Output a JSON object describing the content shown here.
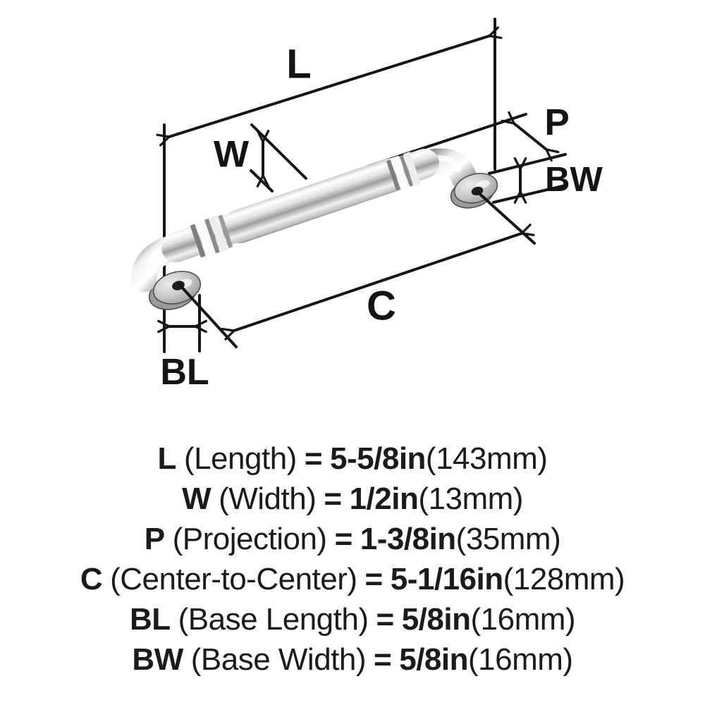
{
  "diagram": {
    "labels": {
      "L": "L",
      "W": "W",
      "P": "P",
      "BW": "BW",
      "C": "C",
      "BL": "BL"
    }
  },
  "legend": {
    "rows": [
      {
        "symbol": "L",
        "descriptor": "(Length)",
        "equals": "=",
        "value_in": "5-5/8in",
        "value_mm": "(143mm)"
      },
      {
        "symbol": "W",
        "descriptor": "(Width)",
        "equals": "=",
        "value_in": "1/2in",
        "value_mm": "(13mm)"
      },
      {
        "symbol": "P",
        "descriptor": "(Projection)",
        "equals": "=",
        "value_in": "1-3/8in",
        "value_mm": "(35mm)"
      },
      {
        "symbol": "C",
        "descriptor": "(Center-to-Center)",
        "equals": "=",
        "value_in": "5-1/16in",
        "value_mm": "(128mm)"
      },
      {
        "symbol": "BL",
        "descriptor": "(Base Length)",
        "equals": "=",
        "value_in": "5/8in",
        "value_mm": "(16mm)"
      },
      {
        "symbol": "BW",
        "descriptor": "(Base Width)",
        "equals": "=",
        "value_in": "5/8in",
        "value_mm": "(16mm)"
      }
    ]
  },
  "colors": {
    "background": "#ffffff",
    "line": "#161616",
    "text": "#1b1b1b",
    "chrome_highlight": "#ffffff",
    "chrome_shadow": "#5f5f5f"
  }
}
